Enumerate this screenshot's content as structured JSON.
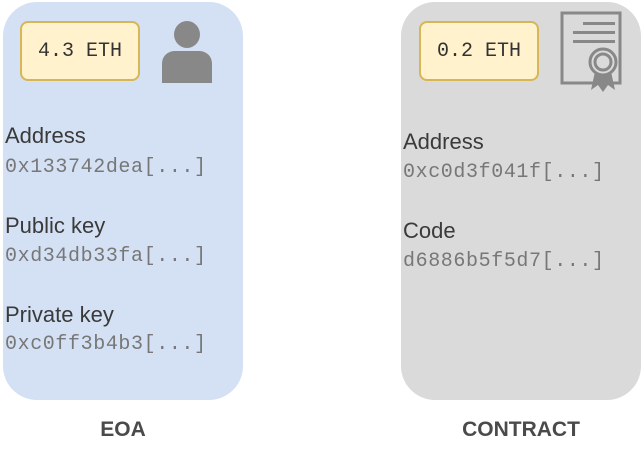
{
  "eoa": {
    "balance": "4.3 ETH",
    "icon": "user-icon",
    "fields": [
      {
        "label": "Address",
        "value": "0x133742dea[...]"
      },
      {
        "label": "Public key",
        "value": "0xd34db33fa[...]"
      },
      {
        "label": "Private key",
        "value": "0xc0ff3b4b3[...]"
      }
    ],
    "caption": "EOA"
  },
  "contract": {
    "balance": "0.2 ETH",
    "icon": "certificate-icon",
    "fields": [
      {
        "label": "Address",
        "value": "0xc0d3f041f[...]"
      },
      {
        "label": "Code",
        "value": "d6886b5f5d7[...]"
      }
    ],
    "caption": "CONTRACT"
  },
  "colors": {
    "eoa_card": "#d4e1f4",
    "contract_card": "#dadada",
    "balance_fill": "#fff2cc",
    "balance_border": "#d6b656",
    "icon": "#888888"
  }
}
